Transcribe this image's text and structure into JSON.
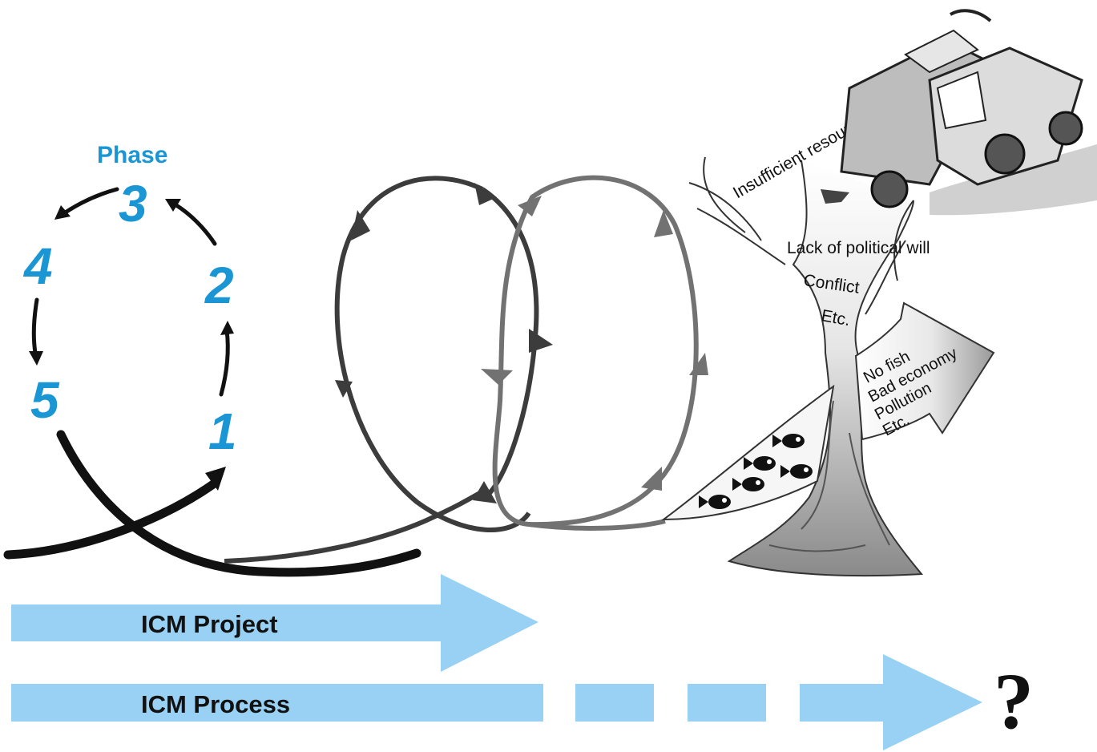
{
  "phase_cycle": {
    "title": "Phase",
    "phases": [
      "1",
      "2",
      "3",
      "4",
      "5"
    ]
  },
  "tree": {
    "obstacles": [
      "Insufficient resources",
      "Lack of political will",
      "Conflict",
      "Etc."
    ],
    "outcomes": [
      "No fish",
      "Bad economy",
      "Pollution",
      "Etc."
    ]
  },
  "timeline": {
    "project_label": "ICM Project",
    "process_label": "ICM Process",
    "unknown_end": "?"
  },
  "colors": {
    "phase_blue": "#1a96d4",
    "bar_blue": "#99d1f4",
    "loop_dark": "#3c3c3c",
    "loop_light": "#6e6e6e"
  },
  "icons": [
    "fish-icon",
    "truck-icon",
    "tree-illustration"
  ]
}
